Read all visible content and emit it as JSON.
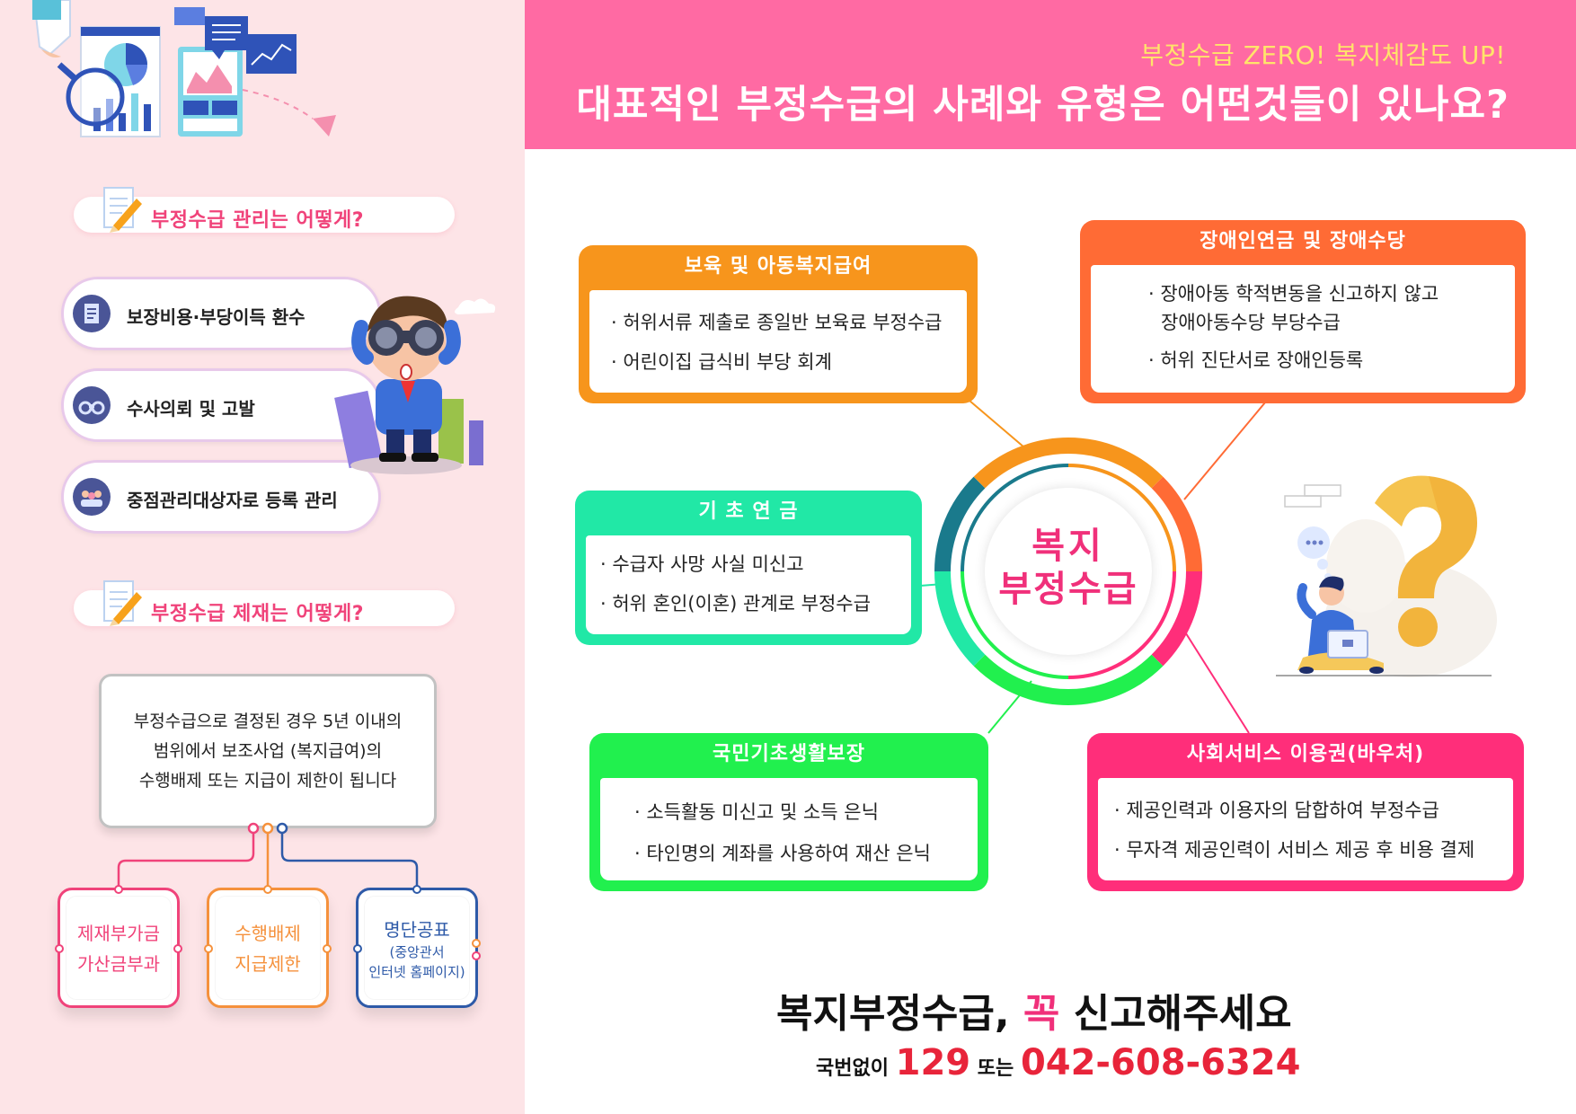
{
  "colors": {
    "left_bg": "#fde4e7",
    "header_bg": "#ff6aa3",
    "accent_pink": "#f0307a",
    "orange": "#f7951c",
    "coral": "#ff6b35",
    "teal": "#21e8a6",
    "green": "#21f04e",
    "magenta": "#ff2e7a",
    "footer_red": "#e8243a"
  },
  "left": {
    "management_title": "부정수급 관리는 어떻게?",
    "management_items": [
      {
        "label": "보장비용·부당이득 환수",
        "icon": "document-icon"
      },
      {
        "label": "수사의뢰 및 고발",
        "icon": "binoculars-icon"
      },
      {
        "label": "중점관리대상자로 등록 관리",
        "icon": "people-icon"
      }
    ],
    "sanction_title": "부정수급 제재는 어떻게?",
    "sanction_lines": [
      "부정수급으로 결정된 경우 5년 이내의",
      "범위에서 보조사업 (복지급여)의",
      "수행배제 또는 지급이 제한이 됩니다"
    ],
    "sanction_boxes": [
      {
        "lines": [
          "제재부가금",
          "가산금부과"
        ],
        "color": "#f0437a"
      },
      {
        "lines": [
          "수행배제",
          "지급제한"
        ],
        "color": "#f5913c"
      },
      {
        "title": "명단공표",
        "sub_lines": [
          "(중앙관서",
          "인터넷 홈페이지)"
        ],
        "color": "#2e5aa8"
      }
    ]
  },
  "header": {
    "subtitle": "부정수급 ZERO! 복지체감도 UP!",
    "title": "대표적인 부정수급의 사례와 유형은 어떤것들이 있나요?"
  },
  "hub": {
    "line1": "복지",
    "line2": "부정수급"
  },
  "cards": {
    "childcare": {
      "title": "보육 및 아동복지급여",
      "lines": [
        "· 허위서류 제출로 종일반 보육료 부정수급",
        "· 어린이집 급식비 부당 회계"
      ]
    },
    "disability": {
      "title": "장애인연금 및 장애수당",
      "lines": [
        "· 장애아동 학적변동을 신고하지 않고",
        "장애아동수당 부당수급",
        "· 허위 진단서로 장애인등록"
      ]
    },
    "basic_pension": {
      "title": "기 초 연 금",
      "lines": [
        "· 수급자 사망 사실  미신고",
        "· 허위 혼인(이혼)  관계로 부정수급"
      ]
    },
    "livelihood": {
      "title": "국민기초생활보장",
      "lines": [
        "· 소득활동 미신고 및 소득 은닉",
        "· 타인명의 계좌를 사용하여 재산 은닉"
      ]
    },
    "voucher": {
      "title": "사회서비스 이용권(바우처)",
      "lines": [
        "· 제공인력과 이용자의 담합하여 부정수급",
        "· 무자격 제공인력이 서비스 제공 후 비용 결제"
      ]
    }
  },
  "footer": {
    "line1_pre": "복지부정수급, ",
    "line1_em": "꼭",
    "line1_post": " 신고해주세요",
    "call_pre": "국번없이 ",
    "call_num1": "129",
    "call_mid": " 또는 ",
    "call_num2": "042-608-6324"
  }
}
